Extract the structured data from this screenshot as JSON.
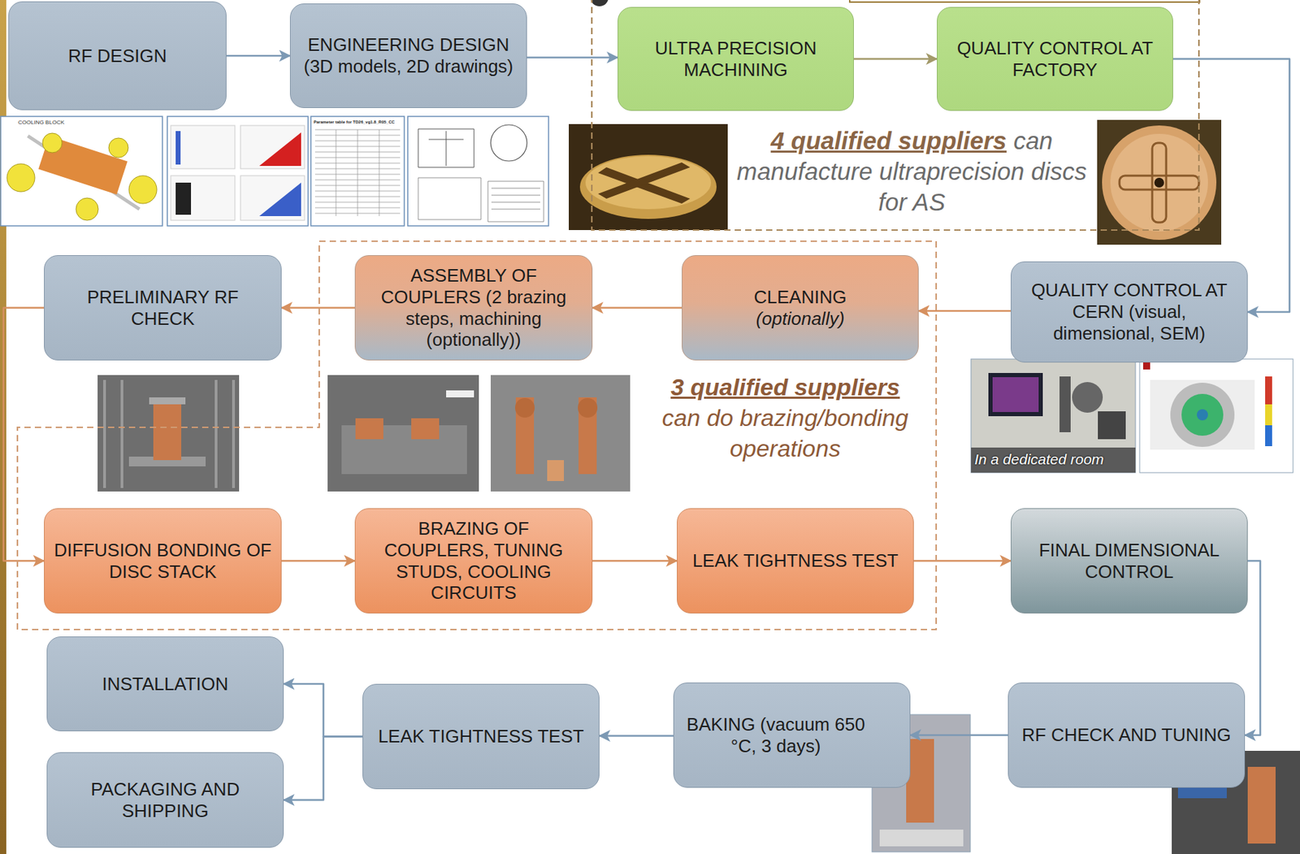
{
  "diagram": {
    "nodes": [
      {
        "text": [
          "RF DESIGN"
        ]
      },
      {
        "text": [
          "ENGINEERING DESIGN (3D models, 2D drawings)"
        ]
      },
      {
        "text": [
          "4 qualified suppliers",
          "can manufacture ultraprecision discs for AS"
        ]
      },
      {
        "text": [
          "ULTRA PRECISION MACHINING"
        ],
        "in": 2
      },
      {
        "text": [
          "QUALITY CONTROL AT FACTORY"
        ],
        "in": 2
      },
      {
        "text": [
          "PRELIMINARY RF CHECK"
        ]
      },
      {
        "text": [
          "3 qualified suppliers",
          "can do brazing/bonding operations"
        ]
      },
      {
        "text": [
          "ASSEMBLY OF COUPLERS (2 brazing steps, machining (optionally))"
        ],
        "in": 6
      },
      {
        "text": [
          "CLEANING",
          "(optionally)"
        ],
        "in": 6
      },
      {
        "text": [
          "DIFFUSION BONDING OF DISC STACK"
        ],
        "in": 6
      },
      {
        "text": [
          "BRAZING OF COUPLERS, TUNING STUDS, COOLING CIRCUITS"
        ],
        "in": 6
      },
      {
        "text": [
          "LEAK TIGHTNESS TEST"
        ],
        "in": 6
      },
      {
        "text": [
          "QUALITY CONTROL AT CERN (visual, dimensional, SEM)"
        ]
      },
      {
        "text": [
          "FINAL DIMENSIONAL CONTROL"
        ]
      },
      {
        "text": [
          "INSTALLATION"
        ]
      },
      {
        "text": [
          "LEAK TIGHTNESS TEST"
        ]
      },
      {
        "text": [
          "BAKING (vacuum 650 °C, 3 days)"
        ]
      },
      {
        "text": [
          "RF CHECK AND TUNING"
        ]
      },
      {
        "text": [
          "PACKAGING AND SHIPPING"
        ]
      }
    ],
    "edges": [
      {
        "from": 0,
        "to": 1,
        "arrow": "to"
      },
      {
        "from": 1,
        "to": 3,
        "arrow": "to"
      },
      {
        "from": 3,
        "to": 4,
        "arrow": "to"
      },
      {
        "from": 4,
        "to": 12,
        "arrow": "to"
      },
      {
        "from": 12,
        "to": 8,
        "arrow": "to"
      },
      {
        "from": 8,
        "to": 7,
        "arrow": "to"
      },
      {
        "from": 7,
        "to": 5,
        "arrow": "to"
      },
      {
        "from": 5,
        "to": 9,
        "arrow": "to"
      },
      {
        "from": 9,
        "to": 10,
        "arrow": "to"
      },
      {
        "from": 10,
        "to": 11,
        "arrow": "to"
      },
      {
        "from": 11,
        "to": 13,
        "arrow": "to"
      },
      {
        "from": 13,
        "to": 17,
        "arrow": "to"
      },
      {
        "from": 17,
        "to": 16,
        "arrow": "to"
      },
      {
        "from": 16,
        "to": 15,
        "arrow": "to"
      },
      {
        "from": 15,
        "to": 14,
        "arrow": "to"
      },
      {
        "from": 15,
        "to": 18,
        "arrow": "to"
      }
    ],
    "labels": [
      "COOLING BLOCK",
      "Parameter table for TD26_vg1.8_R05_CC",
      "In a dedicated room"
    ]
  }
}
